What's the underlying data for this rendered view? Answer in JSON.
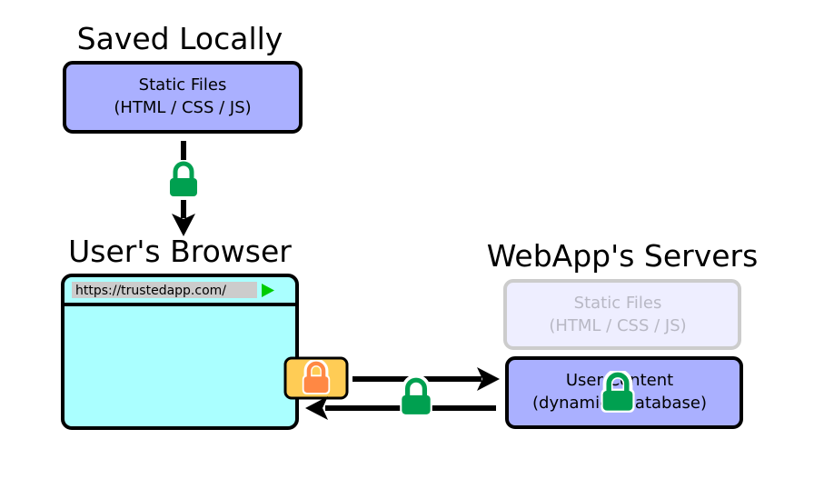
{
  "headings": {
    "saved_locally": "Saved Locally",
    "users_browser": "User's Browser",
    "webapp_servers": "WebApp's Servers"
  },
  "local_static_files": {
    "line1": "Static Files",
    "line2": "(HTML / CSS / JS)"
  },
  "browser": {
    "url": "https://trustedapp.com/"
  },
  "server_static_files": {
    "line1": "Static Files",
    "line2": "(HTML / CSS / JS)",
    "faded": true
  },
  "user_content": {
    "line1": "User Content",
    "line2": "(dynamic / database)"
  },
  "icons": {
    "download_lock": "lock-icon",
    "browser_lock": "lock-icon",
    "connection_lock": "lock-icon",
    "content_lock": "lock-icon",
    "go_arrow": "play-triangle-icon"
  },
  "colors": {
    "box_fill": "#aab0ff",
    "browser_fill": "#aaffff",
    "faded_box_fill": "#eeeeff",
    "faded_border": "#cccccc",
    "lock_green": "#00a050",
    "lock_orange": "#ff8844",
    "badge_fill": "#ffcc55",
    "url_bar": "#cccccc",
    "go_arrow": "#00cc00"
  }
}
